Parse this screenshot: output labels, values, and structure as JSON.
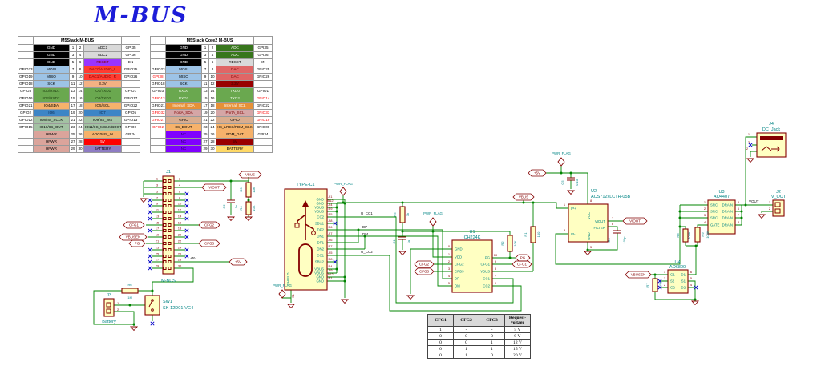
{
  "title": "M-BUS",
  "pin_tables": [
    {
      "title": "M5Stack M-BUS",
      "rows": [
        [
          "",
          {
            "t": "GND",
            "bg": "#000000",
            "fg": "#ffffff"
          },
          "1",
          "2",
          {
            "t": "ADC1",
            "bg": "#d9d9d9"
          },
          "GPI35"
        ],
        [
          "",
          {
            "t": "GND",
            "bg": "#000000",
            "fg": "#ffffff"
          },
          "3",
          "4",
          {
            "t": "ADC2",
            "bg": "#d9d9d9"
          },
          "GPI36"
        ],
        [
          "",
          {
            "t": "GND",
            "bg": "#000000",
            "fg": "#ffffff"
          },
          "5",
          "6",
          {
            "t": "RESET",
            "bg": "#9933ff",
            "fg": "#7f0000"
          },
          "EN"
        ],
        [
          "GPIO23",
          {
            "t": "MOSI",
            "bg": "#9dc3e6"
          },
          "7",
          "8",
          {
            "t": "DAC0/AUDIO_L",
            "bg": "#ff3b30",
            "fg": "#7f0000"
          },
          "GPIO25"
        ],
        [
          "GPIO19",
          {
            "t": "MISO",
            "bg": "#9dc3e6"
          },
          "9",
          "10",
          {
            "t": "DAC1/AUDIO_R",
            "bg": "#ff3b30",
            "fg": "#7f0000"
          },
          "GPIO26"
        ],
        [
          "GPIO18",
          {
            "t": "SCK",
            "bg": "#9dc3e6"
          },
          "11",
          "12",
          {
            "t": "3.3V",
            "bg": "#f4b183"
          },
          ""
        ],
        [
          "GPIO3",
          {
            "t": "IO0/RXD1",
            "bg": "#6aa84f",
            "fg": "#1e3d10"
          },
          "13",
          "14",
          {
            "t": "IO1/TXD1",
            "bg": "#6aa84f",
            "fg": "#1e3d10"
          },
          "GPIO1"
        ],
        [
          "GPIO16",
          {
            "t": "IO2/RXD2",
            "bg": "#6aa84f",
            "fg": "#1e3d10"
          },
          "15",
          "16",
          {
            "t": "IO3/TXD2",
            "bg": "#6aa84f",
            "fg": "#1e3d10"
          },
          "GPIO17"
        ],
        [
          "GPIO21",
          {
            "t": "IO4/SDA",
            "bg": "#f6b26b"
          },
          "17",
          "18",
          {
            "t": "IO5/SCL",
            "bg": "#f6b26b"
          },
          "GPIO22"
        ],
        [
          "GPIO2",
          {
            "t": "IO6",
            "bg": "#3d85c6",
            "fg": "#0a2a50"
          },
          "19",
          "20",
          {
            "t": "IO7",
            "bg": "#3d85c6",
            "fg": "#0a2a50"
          },
          "GPIO5"
        ],
        [
          "GPIO12",
          {
            "t": "IO8/IIS_SCLK",
            "bg": "#a3c2a3"
          },
          "21",
          "22",
          {
            "t": "IO9/IIS_WS",
            "bg": "#a3c2a3"
          },
          "GPIO13"
        ],
        [
          "GPIO15",
          {
            "t": "IO10/IIS_OUT",
            "bg": "#a3c2a3"
          },
          "23",
          "24",
          {
            "t": "IO11/IIS_MCLK/BOOT",
            "bg": "#a3c2a3"
          },
          "GPIO0"
        ],
        [
          "",
          {
            "t": "HPWR",
            "bg": "#dba49b"
          },
          "25",
          "26",
          {
            "t": "ADC0/IIS_IN",
            "bg": "#f6b26b"
          },
          "GPI34"
        ],
        [
          "",
          {
            "t": "HPWR",
            "bg": "#dba49b"
          },
          "27",
          "28",
          {
            "t": "5V",
            "bg": "#ff0000",
            "fg": "#ffffff"
          },
          ""
        ],
        [
          "",
          {
            "t": "HPWR",
            "bg": "#dba49b"
          },
          "29",
          "30",
          {
            "t": "BATTERY",
            "bg": "#8e7cc3"
          },
          ""
        ]
      ]
    },
    {
      "title": "M5Stack Core2 M-BUS",
      "rows": [
        [
          "",
          {
            "t": "GND",
            "bg": "#000000",
            "fg": "#ffffff"
          },
          "1",
          "2",
          {
            "t": "ADC",
            "bg": "#38761d",
            "fg": "#ffffff"
          },
          "GPI35"
        ],
        [
          "",
          {
            "t": "GND",
            "bg": "#000000",
            "fg": "#ffffff"
          },
          "3",
          "4",
          {
            "t": "ADC",
            "bg": "#38761d",
            "fg": "#ffffff"
          },
          "GPI36"
        ],
        [
          "",
          {
            "t": "GND",
            "bg": "#000000",
            "fg": "#ffffff"
          },
          "5",
          "6",
          {
            "t": "RESET",
            "bg": "#d9d9d9"
          },
          "EN"
        ],
        [
          "GPIO23",
          {
            "t": "MOSI",
            "bg": "#9dc3e6"
          },
          "7",
          "8",
          {
            "t": "DAC",
            "bg": "#e06666",
            "fg": "#7f0000"
          },
          "GPIO25"
        ],
        [
          {
            "t": "GPI38",
            "fg": "#ff0000"
          },
          {
            "t": "MISO",
            "bg": "#9dc3e6"
          },
          "9",
          "10",
          {
            "t": "DAC",
            "bg": "#e06666",
            "fg": "#7f0000"
          },
          "GPIO26"
        ],
        [
          "GPIO18",
          {
            "t": "SCK",
            "bg": "#9dc3e6"
          },
          "11",
          "12",
          {
            "t": "3.3V",
            "bg": "#990000",
            "fg": "#2d0000"
          },
          ""
        ],
        [
          "GPIO3",
          {
            "t": "RXD0",
            "bg": "#6aa84f",
            "fg": "#eef7e8"
          },
          "13",
          "14",
          {
            "t": "TXD0",
            "bg": "#6aa84f",
            "fg": "#eef7e8"
          },
          "GPIO1"
        ],
        [
          {
            "t": "GPIO13",
            "fg": "#ff0000"
          },
          {
            "t": "RXD2",
            "bg": "#6aa84f",
            "fg": "#eef7e8"
          },
          "15",
          "16",
          {
            "t": "TXD2",
            "bg": "#6aa84f",
            "fg": "#eef7e8"
          },
          {
            "t": "GPIO14",
            "fg": "#ff0000"
          }
        ],
        [
          "GPIO21",
          {
            "t": "Internal_SDA",
            "bg": "#e69138",
            "fg": "#ffffff"
          },
          "17",
          "18",
          {
            "t": "Internal_SCL",
            "bg": "#e69138",
            "fg": "#ffffff"
          },
          "GPIO22"
        ],
        [
          {
            "t": "GPIO32",
            "fg": "#ff0000"
          },
          {
            "t": "PortA_SDA",
            "bg": "#d5a6a6",
            "fg": "#7f0000"
          },
          "19",
          "20",
          {
            "t": "PortA_SCL",
            "bg": "#d5a6a6",
            "fg": "#7f0000"
          },
          {
            "t": "GPIO33",
            "fg": "#ff0000"
          }
        ],
        [
          {
            "t": "GPIO27",
            "fg": "#ff0000"
          },
          {
            "t": "GPIO",
            "bg": "#d9ad8f"
          },
          "21",
          "22",
          {
            "t": "GPIO",
            "bg": "#d9ad8f"
          },
          {
            "t": "GPIO19",
            "fg": "#ff0000"
          }
        ],
        [
          {
            "t": "GPIO2",
            "fg": "#ff0000"
          },
          {
            "t": "IIS_DOUT",
            "bg": "#f6b26b"
          },
          "23",
          "24",
          {
            "t": "IIS_LRCK/PDM_CLK",
            "bg": "#f6b26b"
          },
          "GPIO00"
        ],
        [
          "",
          {
            "t": "NC",
            "bg": "#8000ff",
            "fg": "#2d0066"
          },
          "25",
          "26",
          {
            "t": "PDM_DAT",
            "bg": "#f6b26b"
          },
          "GPI34"
        ],
        [
          "",
          {
            "t": "NC",
            "bg": "#8000ff",
            "fg": "#2d0066"
          },
          "27",
          "28",
          {
            "t": "5V",
            "bg": "#990000",
            "fg": "#2d0000"
          },
          ""
        ],
        [
          "",
          {
            "t": "NC",
            "bg": "#8000ff",
            "fg": "#2d0066"
          },
          "29",
          "30",
          {
            "t": "BATTERY",
            "bg": "#ffd966"
          },
          ""
        ]
      ]
    }
  ],
  "cfg_table": {
    "headers": [
      "CFG1",
      "CFG2",
      "CFG3",
      "Request-voltage"
    ],
    "rows": [
      [
        "1",
        "-",
        "-",
        "5 V"
      ],
      [
        "0",
        "0",
        "0",
        "9 V"
      ],
      [
        "0",
        "0",
        "1",
        "12 V"
      ],
      [
        "0",
        "1",
        "1",
        "15 V"
      ],
      [
        "0",
        "1",
        "0",
        "20 V"
      ]
    ]
  },
  "schematic": {
    "labels": {
      "vbus": "VBUS",
      "viout": "VIOUT",
      "cfg1": "CFG1",
      "cfg2": "CFG2",
      "cfg3": "CFG3",
      "vbusen": "VBUSEN",
      "pg": "PG",
      "p5v": "+5V",
      "vout": "VOUT",
      "ucc1": "U_CC1",
      "ucc2": "U_CC2",
      "dp": "DP",
      "dm": "DM",
      "pwr_flag": "PWR_FLAG"
    },
    "j1": {
      "ref": "J1",
      "value": "M-BUS",
      "pins": [
        "1",
        "2",
        "3",
        "4",
        "5",
        "6",
        "7",
        "8",
        "9",
        "10",
        "11",
        "12",
        "13",
        "14",
        "15",
        "16",
        "17",
        "18",
        "19",
        "20",
        "21",
        "22",
        "23",
        "24",
        "25",
        "26",
        "27",
        "28",
        "29",
        "30"
      ]
    },
    "sw1": {
      "ref": "SW1",
      "value": "SK-12D01-VG4"
    },
    "j3": {
      "ref": "J3",
      "value": "Battery",
      "pins": [
        "1",
        "2"
      ]
    },
    "usb": {
      "ref": "TYPE-C1",
      "shield": {
        "num": "S1",
        "name": "SHIELD"
      },
      "pins": [
        {
          "name": "GND",
          "num": "A1"
        },
        {
          "name": "GND",
          "num": "B12"
        },
        {
          "name": "VBUS",
          "num": "A4"
        },
        {
          "name": "VBUS",
          "num": "B9"
        },
        {
          "name": "CC2",
          "num": "B5"
        },
        {
          "name": "SBU1",
          "num": "A8",
          "nc": true
        },
        {
          "name": "DP2",
          "num": "B6"
        },
        {
          "name": "DN1",
          "num": "A7"
        },
        {
          "name": "DP1",
          "num": "A6"
        },
        {
          "name": "DN2",
          "num": "B7"
        },
        {
          "name": "CC1",
          "num": "A5"
        },
        {
          "name": "SBU2",
          "num": "B8",
          "nc": true
        },
        {
          "name": "VBUS",
          "num": "B4"
        },
        {
          "name": "VBUS",
          "num": "A9"
        },
        {
          "name": "GND",
          "num": "A12"
        },
        {
          "name": "GND",
          "num": "B1"
        }
      ]
    },
    "u1": {
      "ref": "U1",
      "value": "CH224K",
      "left": [
        {
          "num": "0",
          "name": "GND"
        },
        {
          "num": "1",
          "name": "VDD"
        },
        {
          "num": "2",
          "name": "CFG2"
        },
        {
          "num": "3",
          "name": "CFG3"
        },
        {
          "num": "4",
          "name": "DP"
        },
        {
          "num": "5",
          "name": "DM"
        }
      ],
      "right": [
        {
          "num": "10",
          "name": "PG"
        },
        {
          "num": "9",
          "name": "CFG1"
        },
        {
          "num": "8",
          "name": "VBUS"
        },
        {
          "num": "7",
          "name": "CC1"
        },
        {
          "num": "6",
          "name": "CC2"
        }
      ]
    },
    "u2": {
      "ref": "U2",
      "value": "ACS712xLCTR-05B",
      "pins": {
        "ipp": {
          "num": "1",
          "name": "IP+"
        },
        "ipm": {
          "num": "3",
          "name": "IP-"
        },
        "vcc": {
          "num": "8",
          "name": "VCC"
        },
        "gnd": {
          "num": "5",
          "name": "GND"
        },
        "viout": {
          "num": "7",
          "name": "VIOUT"
        },
        "filter": {
          "num": "6",
          "name": "FILTER"
        }
      }
    },
    "u3": {
      "ref": "U3",
      "value": "AO4407",
      "left": [
        {
          "num": "1",
          "name": "SRC"
        },
        {
          "num": "2",
          "name": "SRC"
        },
        {
          "num": "3",
          "name": "SRC"
        },
        {
          "num": "4",
          "name": "GATE"
        }
      ],
      "right": [
        {
          "num": "5",
          "name": "DRAIN"
        },
        {
          "num": "6",
          "name": "DRAIN"
        },
        {
          "num": "7",
          "name": "DRAIN"
        },
        {
          "num": "8",
          "name": "DRAIN"
        }
      ]
    },
    "u4": {
      "ref": "U4",
      "value": "AO6800",
      "left": [
        {
          "num": "1",
          "name": "G1"
        },
        {
          "num": "3",
          "name": "S2"
        },
        {
          "num": "2",
          "name": "G2"
        }
      ],
      "right": [
        {
          "num": "6",
          "name": "D1"
        },
        {
          "num": "5",
          "name": "S1"
        },
        {
          "num": "4",
          "name": "D2"
        }
      ]
    },
    "j4": {
      "ref": "J4",
      "value": "DC_Jack",
      "pins": [
        "1",
        "3",
        "2"
      ]
    },
    "j2": {
      "ref": "J2",
      "value": "V_OUT",
      "pins": [
        "1",
        "2"
      ]
    },
    "r1": {
      "ref": "R1",
      "value": "100"
    },
    "r2": {
      "ref": "R2",
      "value": "10K"
    },
    "r3": {
      "ref": "R3",
      "value": "10K"
    },
    "r4": {
      "ref": "R4",
      "value": "10K"
    },
    "r5": {
      "ref": "R5",
      "value": "1k"
    },
    "r6": {
      "ref": "R6",
      "value": "1M"
    },
    "r7": {
      "ref": "R7",
      "value": "100K"
    },
    "r8": {
      "ref": "R8",
      "value": "100K"
    },
    "r9": {
      "ref": "R9",
      "value": "100K"
    },
    "c1": {
      "ref": "C1",
      "value": "1u"
    },
    "c2": {
      "ref": "C2",
      "value": "1u"
    },
    "c4": {
      "ref": "C4",
      "value": "100p"
    },
    "c5": {
      "ref": "C5",
      "value": "0.1u"
    }
  },
  "colors": {
    "wire": "#008400",
    "component": "#840000",
    "fill": "#ffffc2",
    "pin_name": "#008484",
    "title": "#1c1cd8"
  }
}
